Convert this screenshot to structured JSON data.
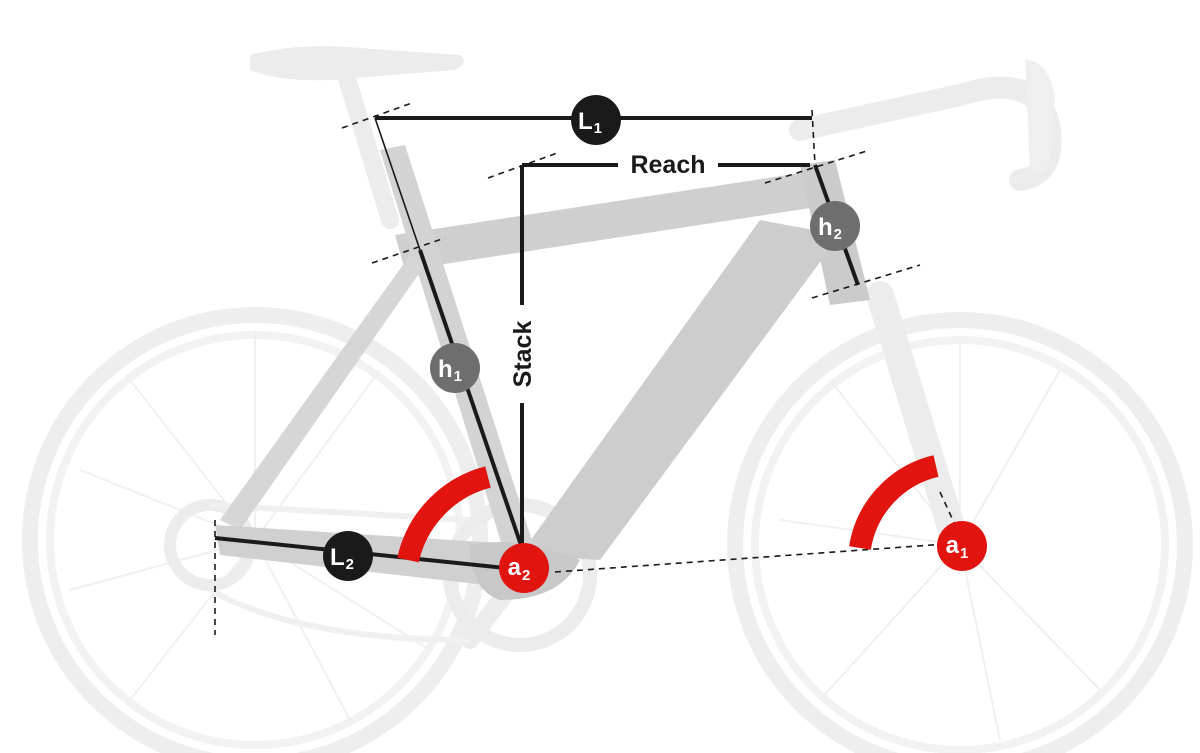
{
  "labels": {
    "reach": "Reach",
    "stack": "Stack"
  },
  "badges": {
    "L1": {
      "main": "L",
      "sub": "1"
    },
    "L2": {
      "main": "L",
      "sub": "2"
    },
    "h1": {
      "main": "h",
      "sub": "1"
    },
    "h2": {
      "main": "h",
      "sub": "2"
    },
    "a1": {
      "main": "a",
      "sub": "1"
    },
    "a2": {
      "main": "a",
      "sub": "2"
    }
  },
  "colors": {
    "dark": "#1a1a1a",
    "grey_badge": "#6e6e6e",
    "accent_red": "#e2140f",
    "frame_grey": "#cfcfcf",
    "ghost_grey": "#ececec"
  }
}
